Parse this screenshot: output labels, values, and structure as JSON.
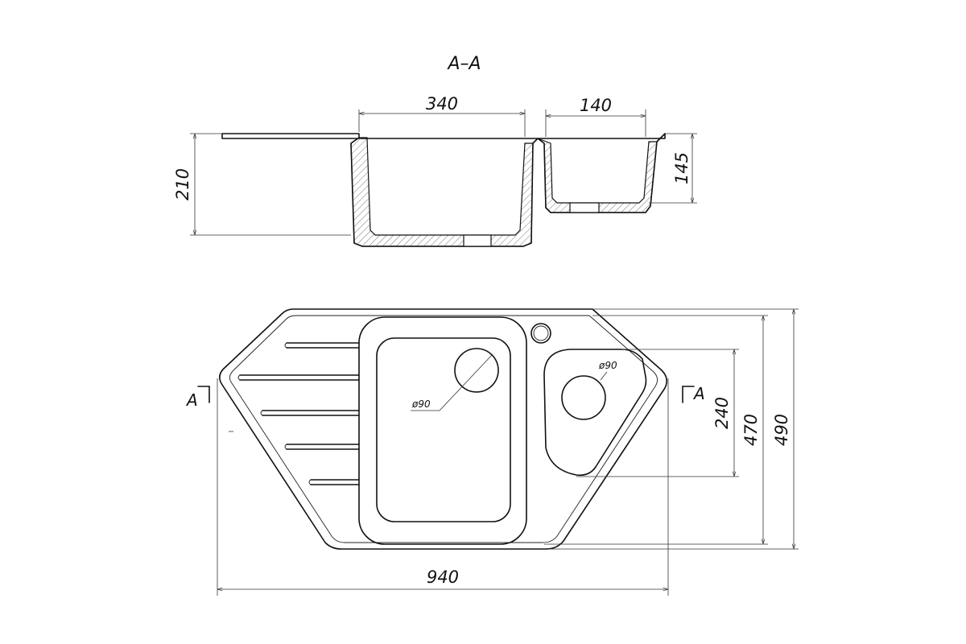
{
  "section": {
    "title": "A–A",
    "dims": {
      "main_bowl_width": "340",
      "small_bowl_width": "140",
      "total_height": "210",
      "small_bowl_depth": "145"
    }
  },
  "plan": {
    "dims": {
      "overall_width": "940",
      "small_bowl_height": "240",
      "inner_height": "470",
      "overall_height": "490",
      "drain_main": "ø90",
      "drain_small": "ø90"
    },
    "section_marker_left": "A",
    "section_marker_right": "A"
  }
}
